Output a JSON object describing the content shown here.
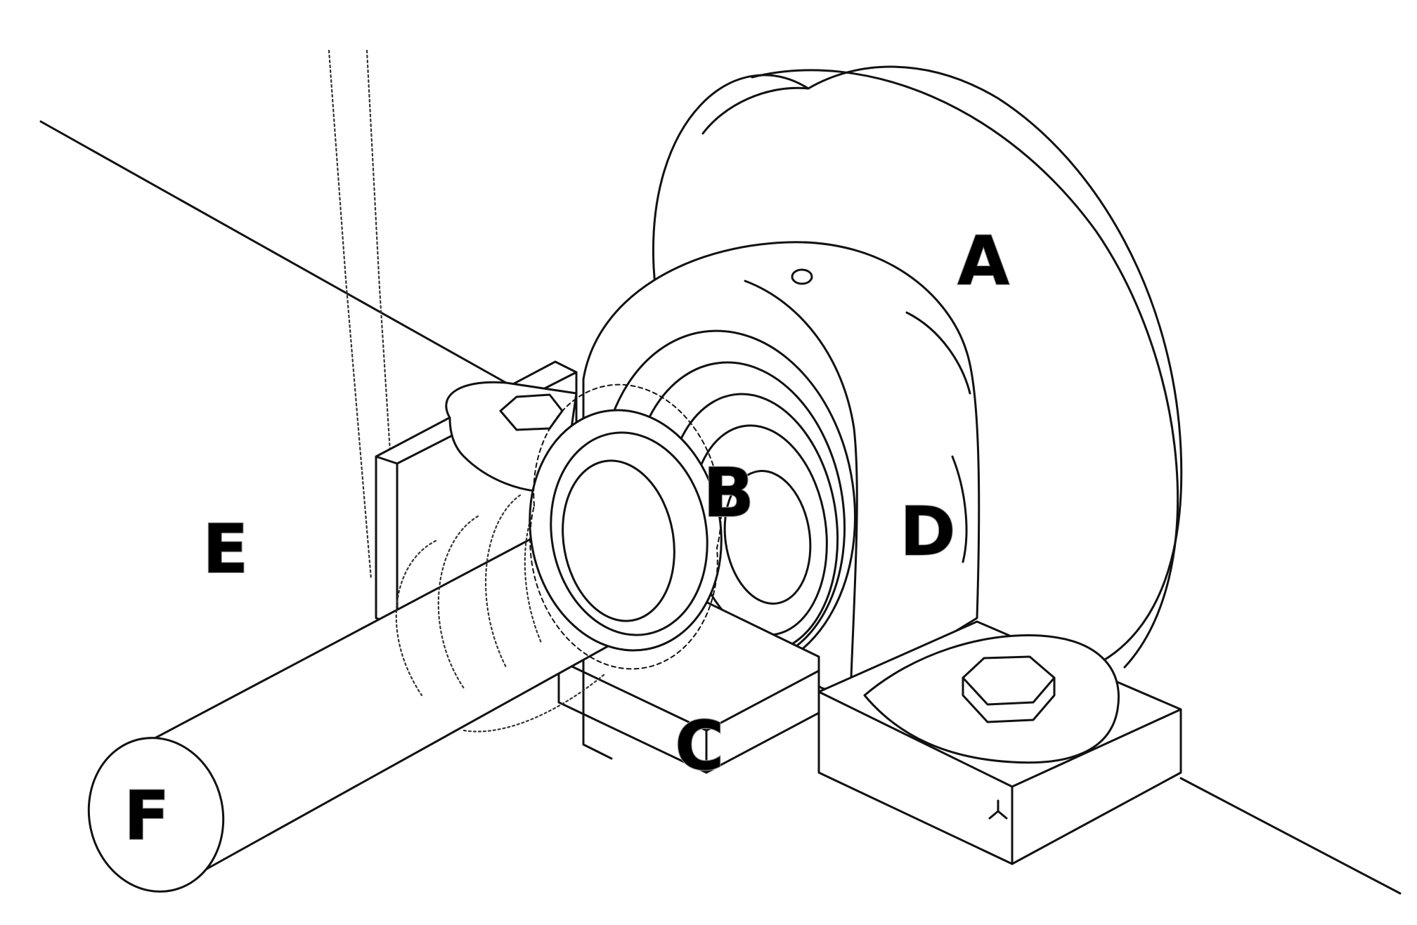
{
  "labels": {
    "A": "A",
    "B": "B",
    "C": "C",
    "D": "D",
    "E": "E",
    "F": "F"
  },
  "colors": {
    "line": "#111111",
    "background": "#ffffff",
    "label": "#000000"
  }
}
